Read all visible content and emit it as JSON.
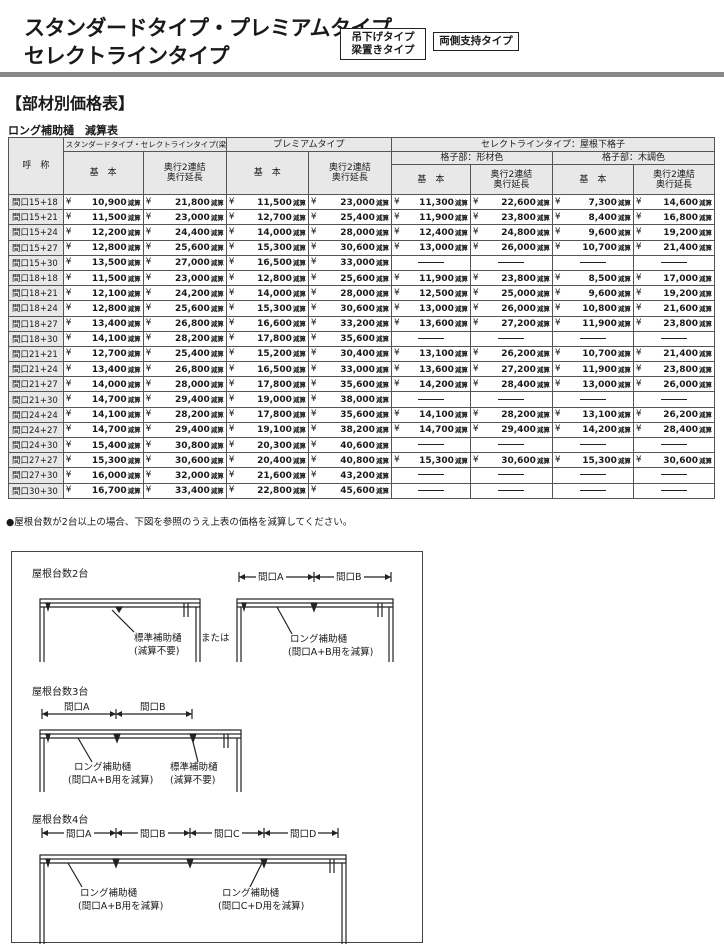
{
  "header": {
    "title_line1": "スタンダードタイプ・プレミアムタイプ",
    "title_line2": "セレクトラインタイプ",
    "badge1_line1": "吊下げタイプ",
    "badge1_line2": "梁置きタイプ",
    "badge2": "両側支持タイプ"
  },
  "section_title": "【部材別価格表】",
  "table_caption": "ロング補助樋　減算表",
  "table": {
    "col_call": "呼　称",
    "group_standard": "スタンダードタイプ・セレクトラインタイプ(梁下格子)",
    "group_premium": "プレミアムタイプ",
    "group_select": "セレクトラインタイプ：屋根下格子",
    "sub_shape": "格子部：形材色",
    "sub_wood": "格子部：木調色",
    "col_basic": "基　本",
    "col_ext_line1": "奥行2連結",
    "col_ext_line2": "奥行延長",
    "yen": "¥",
    "unit": "減算",
    "rows": [
      {
        "name": "間口15+18",
        "v": [
          "10,900",
          "21,800",
          "11,500",
          "23,000",
          "11,300",
          "22,600",
          "7,300",
          "14,600"
        ]
      },
      {
        "name": "間口15+21",
        "v": [
          "11,500",
          "23,000",
          "12,700",
          "25,400",
          "11,900",
          "23,800",
          "8,400",
          "16,800"
        ]
      },
      {
        "name": "間口15+24",
        "v": [
          "12,200",
          "24,400",
          "14,000",
          "28,000",
          "12,400",
          "24,800",
          "9,600",
          "19,200"
        ]
      },
      {
        "name": "間口15+27",
        "v": [
          "12,800",
          "25,600",
          "15,300",
          "30,600",
          "13,000",
          "26,000",
          "10,700",
          "21,400"
        ]
      },
      {
        "name": "間口15+30",
        "v": [
          "13,500",
          "27,000",
          "16,500",
          "33,000",
          "",
          "",
          "",
          ""
        ]
      },
      {
        "name": "間口18+18",
        "v": [
          "11,500",
          "23,000",
          "12,800",
          "25,600",
          "11,900",
          "23,800",
          "8,500",
          "17,000"
        ]
      },
      {
        "name": "間口18+21",
        "v": [
          "12,100",
          "24,200",
          "14,000",
          "28,000",
          "12,500",
          "25,000",
          "9,600",
          "19,200"
        ]
      },
      {
        "name": "間口18+24",
        "v": [
          "12,800",
          "25,600",
          "15,300",
          "30,600",
          "13,000",
          "26,000",
          "10,800",
          "21,600"
        ]
      },
      {
        "name": "間口18+27",
        "v": [
          "13,400",
          "26,800",
          "16,600",
          "33,200",
          "13,600",
          "27,200",
          "11,900",
          "23,800"
        ]
      },
      {
        "name": "間口18+30",
        "v": [
          "14,100",
          "28,200",
          "17,800",
          "35,600",
          "",
          "",
          "",
          ""
        ]
      },
      {
        "name": "間口21+21",
        "v": [
          "12,700",
          "25,400",
          "15,200",
          "30,400",
          "13,100",
          "26,200",
          "10,700",
          "21,400"
        ]
      },
      {
        "name": "間口21+24",
        "v": [
          "13,400",
          "26,800",
          "16,500",
          "33,000",
          "13,600",
          "27,200",
          "11,900",
          "23,800"
        ]
      },
      {
        "name": "間口21+27",
        "v": [
          "14,000",
          "28,000",
          "17,800",
          "35,600",
          "14,200",
          "28,400",
          "13,000",
          "26,000"
        ]
      },
      {
        "name": "間口21+30",
        "v": [
          "14,700",
          "29,400",
          "19,000",
          "38,000",
          "",
          "",
          "",
          ""
        ]
      },
      {
        "name": "間口24+24",
        "v": [
          "14,100",
          "28,200",
          "17,800",
          "35,600",
          "14,100",
          "28,200",
          "13,100",
          "26,200"
        ]
      },
      {
        "name": "間口24+27",
        "v": [
          "14,700",
          "29,400",
          "19,100",
          "38,200",
          "14,700",
          "29,400",
          "14,200",
          "28,400"
        ]
      },
      {
        "name": "間口24+30",
        "v": [
          "15,400",
          "30,800",
          "20,300",
          "40,600",
          "",
          "",
          "",
          ""
        ]
      },
      {
        "name": "間口27+27",
        "v": [
          "15,300",
          "30,600",
          "20,400",
          "40,800",
          "15,300",
          "30,600",
          "15,300",
          "30,600"
        ]
      },
      {
        "name": "間口27+30",
        "v": [
          "16,000",
          "32,000",
          "21,600",
          "43,200",
          "",
          "",
          "",
          ""
        ]
      },
      {
        "name": "間口30+30",
        "v": [
          "16,700",
          "33,400",
          "22,800",
          "45,600",
          "",
          "",
          "",
          ""
        ]
      }
    ]
  },
  "note": "●屋根台数が2台以上の場合、下図を参照のうえ上表の価格を減算してください。",
  "diagram": {
    "sec2_title": "屋根台数2台",
    "std_label1": "標準補助樋",
    "std_label2": "(減算不要)",
    "or_text": "または",
    "long_label": "ロング補助樋",
    "ab_label": "(間口A+B用を減算)",
    "cd_label": "(間口C+D用を減算)",
    "sec3_title": "屋根台数3台",
    "sec4_title": "屋根台数4台",
    "span_a": "間口A",
    "span_b": "間口B",
    "span_c": "間口C",
    "span_d": "間口D"
  }
}
